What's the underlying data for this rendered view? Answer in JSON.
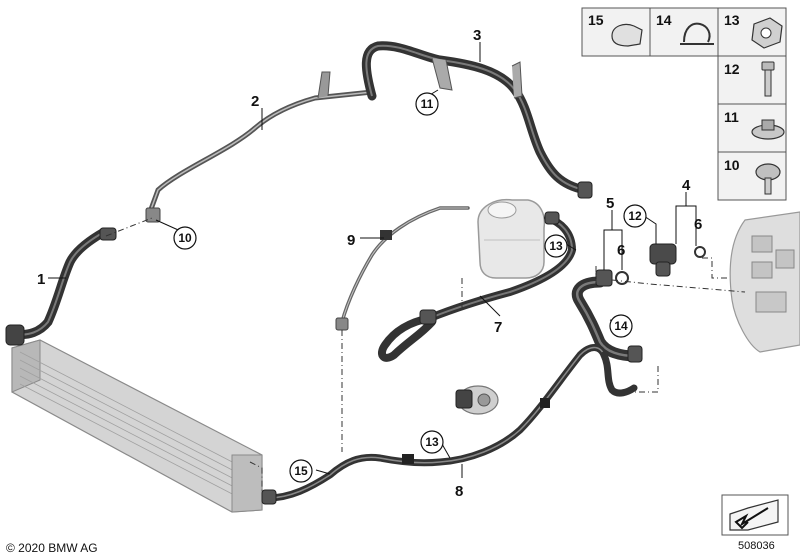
{
  "copyright": "© 2020 BMW AG",
  "part_number": "508036",
  "callouts": [
    {
      "id": "c1",
      "text": "1"
    },
    {
      "id": "c2",
      "text": "2"
    },
    {
      "id": "c3",
      "text": "3"
    },
    {
      "id": "c4",
      "text": "4"
    },
    {
      "id": "c5",
      "text": "5"
    },
    {
      "id": "c6a",
      "text": "6"
    },
    {
      "id": "c6b",
      "text": "6"
    },
    {
      "id": "c7",
      "text": "7"
    },
    {
      "id": "c8",
      "text": "8"
    },
    {
      "id": "c9",
      "text": "9"
    }
  ],
  "circled": [
    {
      "id": "k11",
      "text": "11"
    },
    {
      "id": "k10",
      "text": "10"
    },
    {
      "id": "k12",
      "text": "12"
    },
    {
      "id": "k13a",
      "text": "13"
    },
    {
      "id": "k13b",
      "text": "13"
    },
    {
      "id": "k14",
      "text": "14"
    },
    {
      "id": "k15",
      "text": "15"
    }
  ],
  "legend": {
    "top_row": [
      "15",
      "14",
      "13"
    ],
    "column": [
      "12",
      "11",
      "10"
    ]
  },
  "colors": {
    "hose": "#3a3a3a",
    "hose_highlight": "#8a8a8a",
    "pipe": "#6e6e6e",
    "metal": "#a9a9a9",
    "radiator": "#c8c8c8",
    "box_border": "#555555",
    "legend_bg": "#f2f2f2"
  }
}
